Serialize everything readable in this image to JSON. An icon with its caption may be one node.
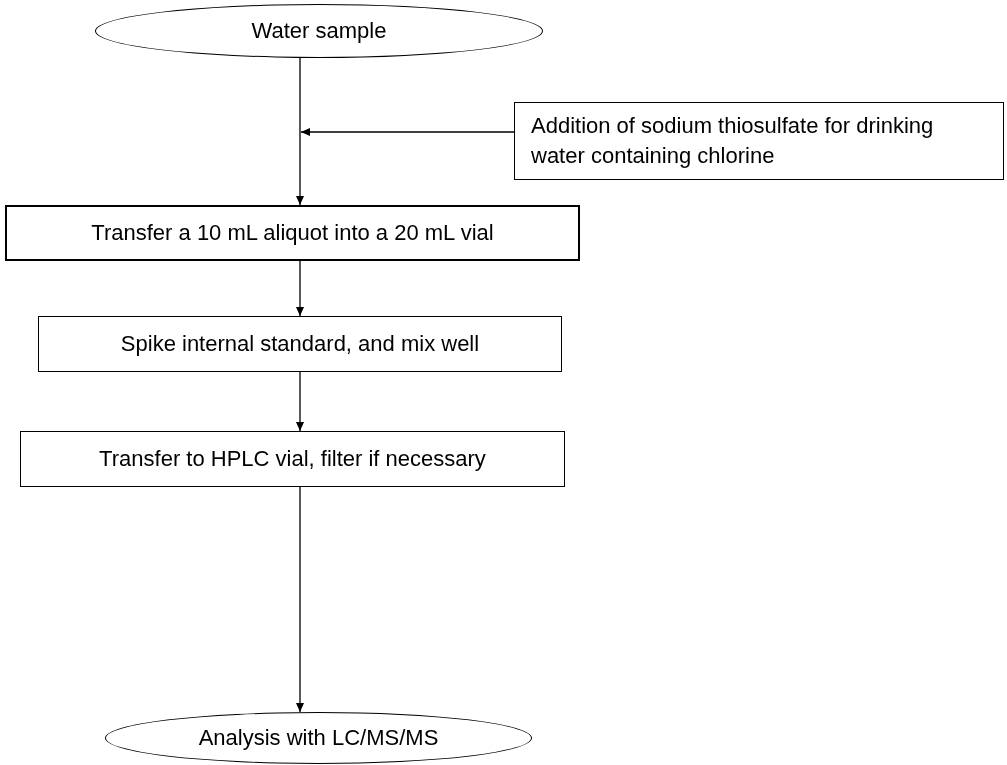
{
  "diagram": {
    "nodes": [
      {
        "text": [
          "Water sample"
        ]
      },
      {
        "text": [
          "Addition of sodium thiosulfate for drinking water containing chlorine"
        ]
      },
      {
        "text": [
          "Transfer a 10 mL aliquot into a 20 mL vial"
        ]
      },
      {
        "text": [
          "Spike internal standard, and mix well"
        ]
      },
      {
        "text": [
          "Transfer to HPLC vial, filter if necessary"
        ]
      },
      {
        "text": [
          "Analysis with LC/MS/MS"
        ]
      }
    ],
    "edges": [
      {
        "from": 0,
        "to": 2,
        "arrow": "to"
      },
      {
        "from": 1,
        "to": null,
        "arrow": "to"
      },
      {
        "from": 2,
        "to": 3,
        "arrow": "to"
      },
      {
        "from": 3,
        "to": 4,
        "arrow": "to"
      },
      {
        "from": 4,
        "to": 5,
        "arrow": "to"
      }
    ]
  }
}
